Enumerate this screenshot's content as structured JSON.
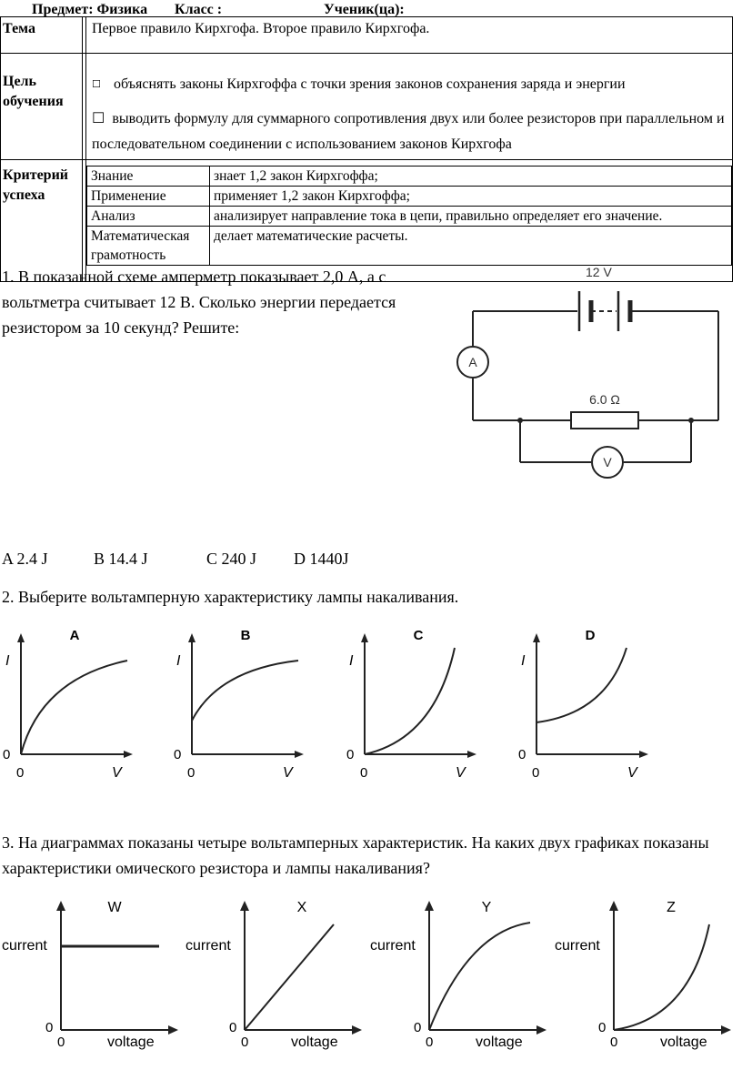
{
  "header": {
    "subject": "Предмет: Физика",
    "class_label": "Класс :",
    "student_label": "Ученик(ца):"
  },
  "table": {
    "topic_label": "Тема",
    "topic_text": "Первое правило Кирхгофа. Второе правило Кирхгофа.",
    "goal_label": "Цель обучения",
    "goal_items": [
      "объяснять законы Кирхгоффа с точки зрения законов сохранения заряда и энергии",
      "выводить формулу для суммарного сопротивления двух или более резисторов  при параллельном и последовательном соединении с использованием законов Кирхгофа"
    ],
    "criteria_label": "Критерий успеха",
    "criteria": [
      {
        "level": "Знание",
        "descriptor": "знает 1,2 закон Кирхгоффа;"
      },
      {
        "level": "Применение",
        "descriptor": "применяет 1,2 закон Кирхгоффа;"
      },
      {
        "level": "Анализ",
        "descriptor": "анализирует направление тока в цепи, правильно определяет его значение."
      },
      {
        "level": "Математическая грамотность",
        "descriptor": "делает математические расчеты."
      }
    ]
  },
  "q1": {
    "text": "1. В показанной схеме амперметр показывает 2,0 А, а с вольтметра считывает 12 В. Сколько энергии передается резистором за 10 секунд? Решите:",
    "circuit": {
      "emf_label": "12 V",
      "resistor_label": "6.0 Ω",
      "ammeter_label": "A",
      "voltmeter_label": "V"
    },
    "options": [
      "A 2.4 J",
      "B 14.4 J",
      "C 240 J",
      "D 1440J"
    ]
  },
  "q2": {
    "text": "2. Выберите вольтамперную характеристику лампы накаливания.",
    "y_axis": "I",
    "x_axis": "V",
    "origin_y": "0",
    "origin_x": "0",
    "graphs": [
      {
        "label": "A",
        "shape": "concave-from-origin"
      },
      {
        "label": "B",
        "shape": "concave-with-offset"
      },
      {
        "label": "C",
        "shape": "convex-from-origin"
      },
      {
        "label": "D",
        "shape": "convex-with-offset"
      }
    ]
  },
  "q3": {
    "text": "3. На диаграммах показаны четыре вольтамперных характеристик. На каких двух графиках показаны характеристики омического резистора и лампы накаливания?",
    "y_axis": "current",
    "x_axis": "voltage",
    "origin_y": "0",
    "origin_x": "0",
    "graphs": [
      {
        "label": "W",
        "shape": "constant"
      },
      {
        "label": "X",
        "shape": "linear"
      },
      {
        "label": "Y",
        "shape": "concave"
      },
      {
        "label": "Z",
        "shape": "convex"
      }
    ]
  }
}
